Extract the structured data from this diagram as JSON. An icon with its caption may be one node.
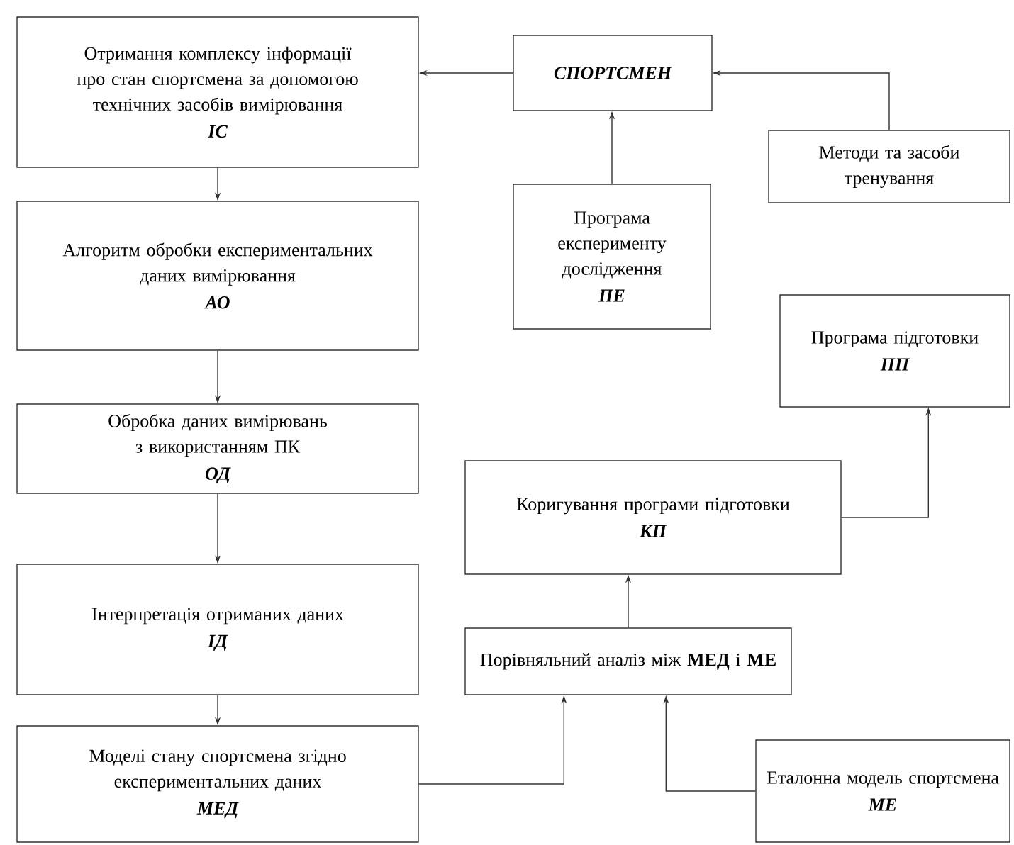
{
  "diagram": {
    "nodes": [
      {
        "text": [
          "Отримання комплексу інформації про стан спортсмена за допомогою технічних засобів вимірювання",
          "ІС"
        ]
      },
      {
        "text": [
          "СПОРТСМЕН"
        ]
      },
      {
        "text": [
          "Методи та засоби тренування"
        ]
      },
      {
        "text": [
          "Алгоритм обробки експериментальних даних вимірювання",
          "АО"
        ]
      },
      {
        "text": [
          "Програма експерименту дослідження",
          "ПЕ"
        ]
      },
      {
        "text": [
          "Програма підготовки",
          "ПП"
        ]
      },
      {
        "text": [
          "Обробка даних вимірювань з використанням ПК",
          "ОД"
        ]
      },
      {
        "text": [
          "Коригування програми підготовки",
          "КП"
        ]
      },
      {
        "text": [
          "Інтерпретація отриманих даних",
          "ІД"
        ]
      },
      {
        "text": [
          "Моделі стану спортсмена згідно експериментальних даних",
          "МЕД"
        ]
      },
      {
        "text": [
          "Порівняльний аналіз між **МЕД** і **МЕ**"
        ]
      },
      {
        "text": [
          "Еталонна модель спортсмена",
          "МЕ"
        ]
      }
    ],
    "edges": [
      {
        "from": 2,
        "to": 1,
        "arrow": "to"
      },
      {
        "from": 4,
        "to": 1,
        "arrow": "to"
      },
      {
        "from": 1,
        "to": 0,
        "arrow": "to"
      },
      {
        "from": 0,
        "to": 3,
        "arrow": "to"
      },
      {
        "from": 3,
        "to": 6,
        "arrow": "to"
      },
      {
        "from": 6,
        "to": 8,
        "arrow": "to"
      },
      {
        "from": 8,
        "to": 9,
        "arrow": "to"
      },
      {
        "from": 9,
        "to": 10,
        "arrow": "to"
      },
      {
        "from": 11,
        "to": 10,
        "arrow": "to"
      },
      {
        "from": 10,
        "to": 7,
        "arrow": "to"
      },
      {
        "from": 7,
        "to": 5,
        "arrow": "to"
      }
    ]
  }
}
